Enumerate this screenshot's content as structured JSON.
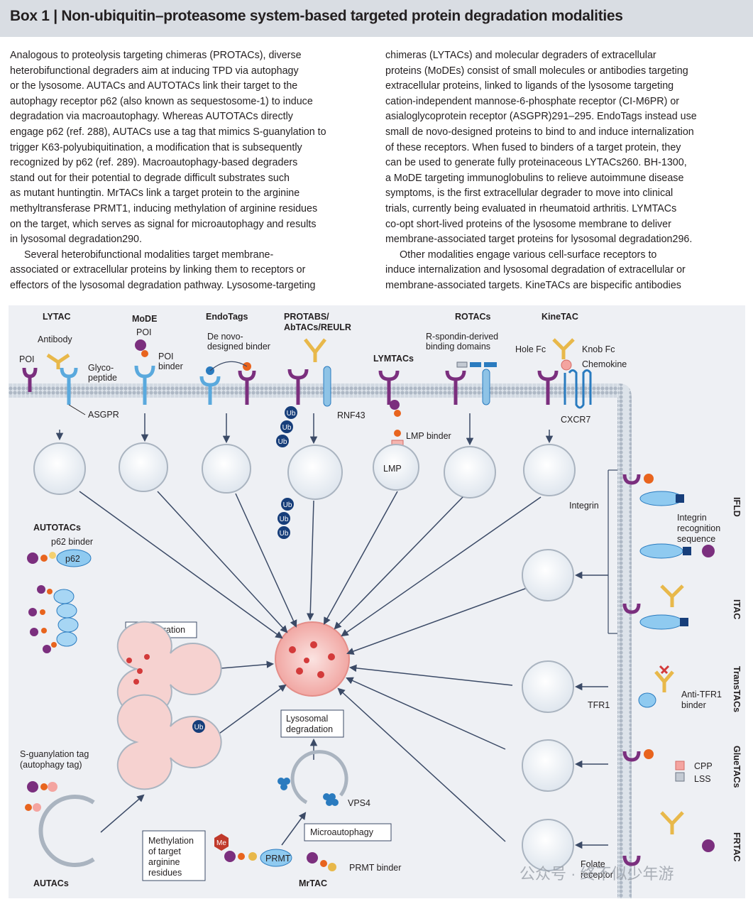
{
  "title": "Box 1 | Non-ubiquitin–proteasome system-based targeted protein degradation modalities",
  "body": {
    "left_column": [
      {
        "lines": [
          "Analogous to proteolysis targeting chimeras (PROTACs), diverse",
          "heterobifunctional degraders aim at inducing TPD via autophagy",
          "or the lysosome. AUTACs and AUTOTACs link their target to the",
          "autophagy receptor p62 (also known as sequestosome-1) to induce",
          "degradation via macroautophagy. Whereas AUTOTACs directly",
          "engage p62 (ref. 288), AUTACs use a tag that mimics S-guanylation to",
          "trigger K63-polyubiquitination, a modification that is subsequently",
          "recognized by p62 (ref. 289). Macroautophagy-based degraders",
          "stand out for their potential to degrade difficult substrates such",
          "as mutant huntingtin. MrTACs link a target protein to the arginine",
          "methyltransferase PRMT1, inducing methylation of arginine residues",
          "on the target, which serves as signal for microautophagy and results",
          "in lysosomal degradation290."
        ]
      },
      {
        "lines": [
          "Several heterobifunctional modalities target membrane-",
          "associated or extracellular proteins by linking them to receptors or",
          "effectors of the lysosomal degradation pathway. Lysosome-targeting"
        ]
      }
    ],
    "right_column": [
      {
        "lines": [
          "chimeras (LYTACs) and molecular degraders of extracellular",
          "proteins (MoDEs) consist of small molecules or antibodies targeting",
          "extracellular proteins, linked to ligands of the lysosome targeting",
          "cation-independent mannose-6-phosphate receptor (CI-M6PR) or",
          "asialoglycoprotein receptor (ASGPR)291–295. EndoTags instead use",
          "small de novo-designed proteins to bind to and induce internalization",
          "of these receptors. When fused to binders of a target protein, they",
          "can be used to generate fully proteinaceous LYTACs260. BH-1300,",
          "a MoDE targeting immunoglobulins to relieve autoimmune disease",
          "symptoms, is the first extracellular degrader to move into clinical",
          "trials, currently being evaluated in rheumatoid arthritis. LYMTACs",
          "co-opt short-lived proteins of the lysosome membrane to deliver",
          "membrane-associated target proteins for lysosomal degradation296."
        ]
      },
      {
        "lines": [
          "Other modalities engage various cell-surface receptors to",
          "induce internalization and lysosomal degradation of extracellular or",
          "membrane-associated targets. KineTACs are bispecific antibodies"
        ]
      }
    ]
  },
  "figure": {
    "modalities": {
      "lytac": "LYTAC",
      "mode": "MoDE",
      "endotags": "EndoTags",
      "protabs_1": "PROTABS/",
      "protabs_2": "AbTACs/REULR",
      "lymtacs": "LYMTACs",
      "rotacs": "ROTACs",
      "kinetac": "KineTAC",
      "autotacs": "AUTOTACs",
      "autacs": "AUTACs",
      "mrtac": "MrTAC",
      "ifld": "IFLD",
      "itac": "ITAC",
      "transtacs": "TransTACs",
      "gluetacs": "GlueTACs",
      "frtac": "FRTAC"
    },
    "labels": {
      "antibody": "Antibody",
      "poi": "POI",
      "glyco_1": "Glyco-",
      "glyco_2": "peptide",
      "asgpr": "ASGPR",
      "mode_poi": "POI",
      "poi_binder_1": "POI",
      "poi_binder_2": "binder",
      "denovo_1": "De novo-",
      "denovo_2": "designed binder",
      "rnf43": "RNF43",
      "ub": "Ub",
      "lmp_binder": "LMP binder",
      "lmp": "LMP",
      "rspondin_1": "R-spondin-derived",
      "rspondin_2": "binding domains",
      "hole_fc": "Hole Fc",
      "knob_fc": "Knob Fc",
      "chemokine": "Chemokine",
      "cxcr7": "CXCR7",
      "p62_binder": "p62 binder",
      "p62": "p62",
      "sequestration": "Sequestration",
      "lyso_deg_1": "Lysosomal",
      "lyso_deg_2": "degradation",
      "guan_1": "S-guanylation tag",
      "guan_2": "(autophagy tag)",
      "methyl_1": "Methylation",
      "methyl_2": "of target",
      "methyl_3": "arginine",
      "methyl_4": "residues",
      "me": "Me",
      "prmt": "PRMT",
      "prmt_binder": "PRMT binder",
      "vps4": "VPS4",
      "microautophagy": "Microautophagy",
      "integrin": "Integrin",
      "int_rec_1": "Integrin",
      "int_rec_2": "recognition",
      "int_rec_3": "sequence",
      "tfr1": "TFR1",
      "anti_tfr1_1": "Anti-TFR1",
      "anti_tfr1_2": "binder",
      "cpp": "CPP",
      "lss": "LSS",
      "folate_1": "Folate",
      "folate_2": "receptor",
      "watermark": "公众号 · 终不似少年游"
    },
    "colors": {
      "purple": "#7b2f7e",
      "orange": "#e8641e",
      "gold": "#e8b84a",
      "blue": "#5aa9dd",
      "navy": "#173e7a",
      "pink": "#f0a0a0",
      "membrane": "#b9c3cf"
    }
  }
}
